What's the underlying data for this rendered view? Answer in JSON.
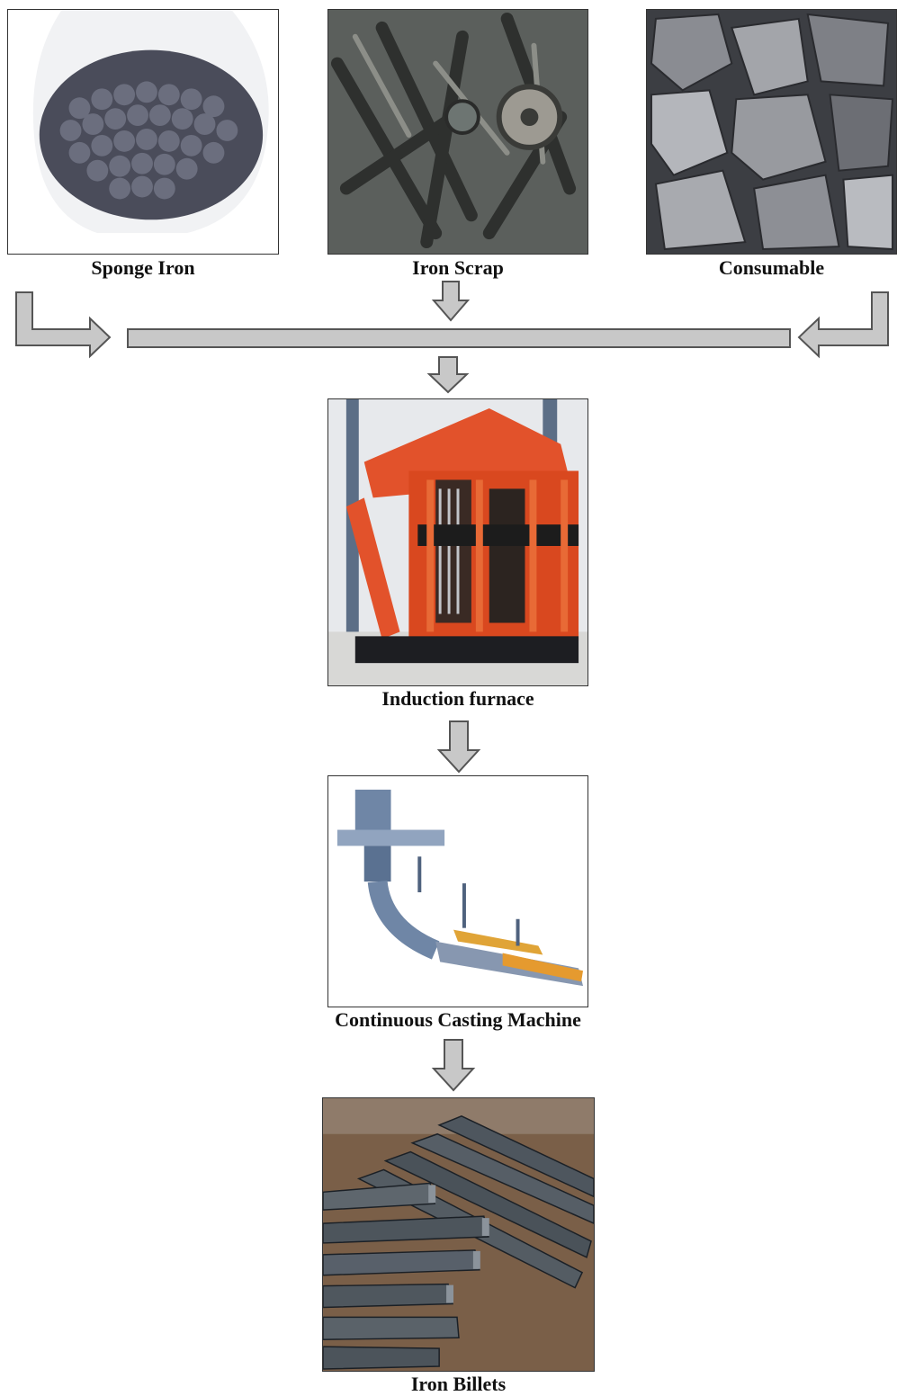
{
  "inputs": [
    {
      "label": "Sponge Iron",
      "image": "sponge-iron-pellets-photo"
    },
    {
      "label": "Iron Scrap",
      "image": "iron-scrap-pile-photo"
    },
    {
      "label": "Consumable",
      "image": "consumable-rocks-photo"
    }
  ],
  "stages": [
    {
      "label": "Induction furnace",
      "image": "induction-furnace-photo"
    },
    {
      "label": "Continuous Casting Machine",
      "image": "continuous-casting-machine-illustration"
    },
    {
      "label": "Iron Billets",
      "image": "iron-billets-photo"
    }
  ],
  "colors": {
    "arrow_fill": "#c8c8c8",
    "arrow_stroke": "#555555",
    "furnace_orange": "#d9481f",
    "steel_gray": "#4c5258"
  }
}
